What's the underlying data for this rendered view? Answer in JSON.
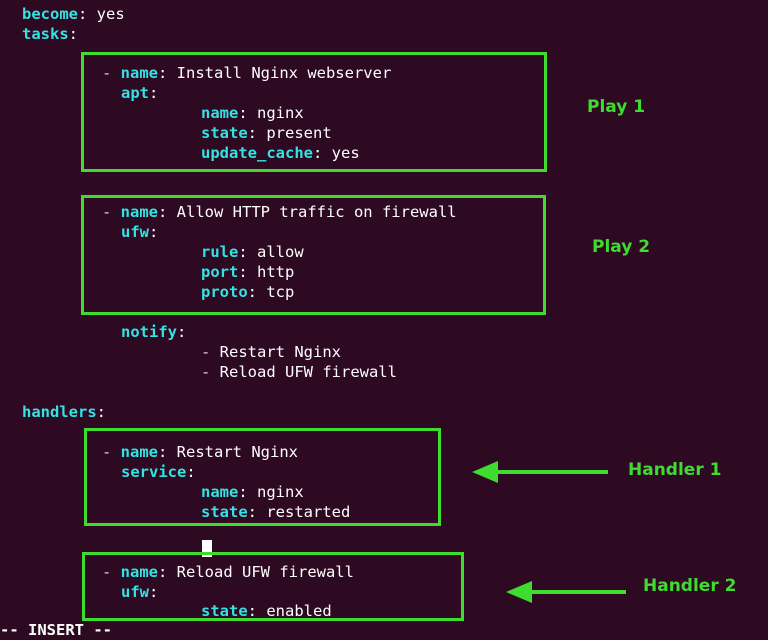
{
  "editor": {
    "top": {
      "become_key": "become",
      "become_val": "yes",
      "tasks_key": "tasks"
    },
    "play1": {
      "name_key": "name",
      "name_val": "Install Nginx webserver",
      "module": "apt",
      "params": [
        {
          "key": "name",
          "val": "nginx"
        },
        {
          "key": "state",
          "val": "present"
        },
        {
          "key": "update_cache",
          "val": "yes"
        }
      ]
    },
    "play2": {
      "name_key": "name",
      "name_val": "Allow HTTP traffic on firewall",
      "module": "ufw",
      "params": [
        {
          "key": "rule",
          "val": "allow"
        },
        {
          "key": "port",
          "val": "http"
        },
        {
          "key": "proto",
          "val": "tcp"
        }
      ],
      "notify_key": "notify",
      "notify_items": [
        "Restart Nginx",
        "Reload UFW firewall"
      ]
    },
    "handlers_key": "handlers",
    "handler1": {
      "name_key": "name",
      "name_val": "Restart Nginx",
      "module": "service",
      "params": [
        {
          "key": "name",
          "val": "nginx"
        },
        {
          "key": "state",
          "val": "restarted"
        }
      ]
    },
    "handler2": {
      "name_key": "name",
      "name_val": "Reload UFW firewall",
      "module": "ufw",
      "params": [
        {
          "key": "state",
          "val": "enabled"
        }
      ]
    },
    "status_mode": "-- INSERT --"
  },
  "annotations": {
    "play1": "Play 1",
    "play2": "Play 2",
    "handler1": "Handler 1",
    "handler2": "Handler 2"
  },
  "colors": {
    "background": "#2d0922",
    "key": "#34e2e2",
    "text": "#ffffff",
    "annotation": "#3ddc2e"
  }
}
